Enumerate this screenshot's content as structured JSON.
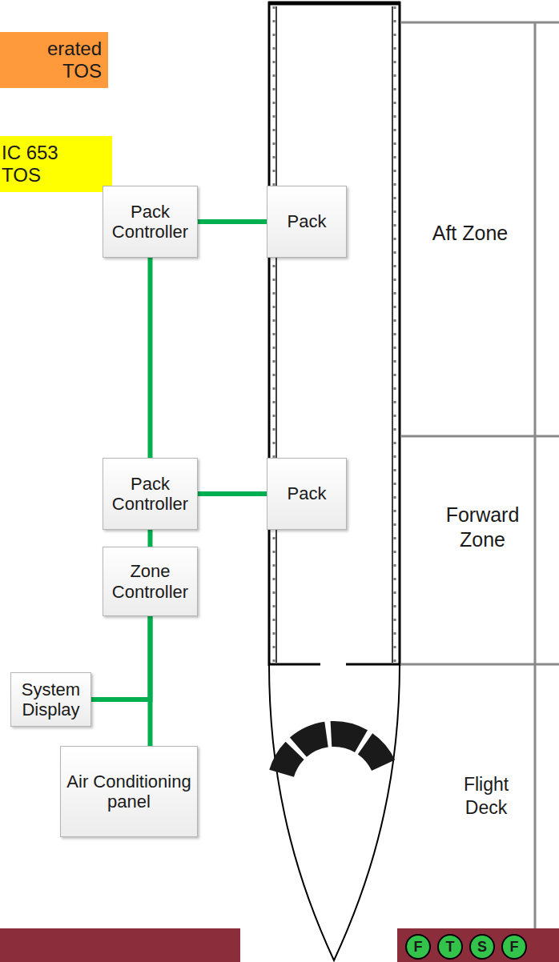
{
  "diagram": {
    "nodes": [
      {
        "text": [
          "erated TOS"
        ]
      },
      {
        "text": [
          "IC 653 TOS"
        ]
      },
      {
        "text": [
          "Pack Controller"
        ]
      },
      {
        "text": [
          "Pack"
        ]
      },
      {
        "text": [
          "Pack Controller"
        ]
      },
      {
        "text": [
          "Pack"
        ]
      },
      {
        "text": [
          "Zone Controller"
        ]
      },
      {
        "text": [
          "System Display"
        ]
      },
      {
        "text": [
          "Air Conditioning panel"
        ]
      }
    ],
    "edges": [
      {
        "from": 2,
        "to": 3,
        "arrow": "none"
      },
      {
        "from": 2,
        "to": 4,
        "arrow": "none"
      },
      {
        "from": 4,
        "to": 5,
        "arrow": "none"
      },
      {
        "from": 4,
        "to": 6,
        "arrow": "none"
      },
      {
        "from": 6,
        "to": 7,
        "arrow": "none"
      },
      {
        "from": 6,
        "to": 8,
        "arrow": "none"
      }
    ],
    "labels": [
      "Aft Zone",
      "Forward Zone",
      "Flight Deck",
      "F",
      "T",
      "S",
      "F"
    ]
  }
}
